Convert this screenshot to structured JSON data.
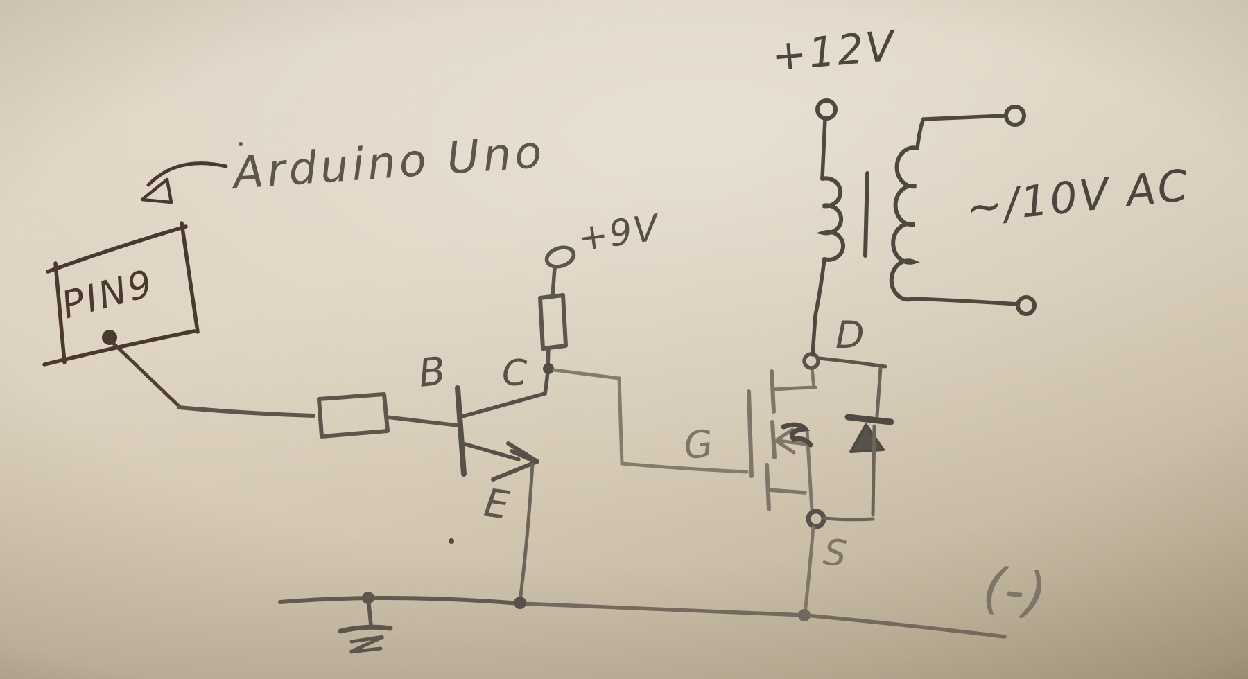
{
  "page": {
    "kind": "hand-drawn circuit sketch on paper",
    "medium": "pencil and brown ink"
  },
  "labels": {
    "arduino": "Arduino Uno",
    "pin9": "PIN9",
    "supply_9v": "+9V",
    "supply_12v": "+12V",
    "ac_output": "~/10V AC",
    "transistor_base": "B",
    "transistor_collector": "C",
    "transistor_emitter": "E",
    "mosfet_gate": "G",
    "mosfet_drain": "D",
    "mosfet_source": "S",
    "negative_rail": "(-)"
  },
  "components": [
    {
      "name": "arduino-pin9-source",
      "type": "signal source box",
      "label": "PIN9",
      "annotation": "Arduino Uno"
    },
    {
      "name": "base-resistor",
      "type": "resistor",
      "orientation": "horizontal"
    },
    {
      "name": "npn-transistor",
      "type": "BJT transistor",
      "pins": [
        "B",
        "C",
        "E"
      ]
    },
    {
      "name": "collector-pullup-resistor",
      "type": "resistor",
      "orientation": "vertical",
      "supply": "+9V"
    },
    {
      "name": "power-mosfet",
      "type": "N-channel MOSFET",
      "pins": [
        "G",
        "D",
        "S"
      ]
    },
    {
      "name": "flyback-diode",
      "type": "diode",
      "orientation": "vertical, cathode up"
    },
    {
      "name": "transformer",
      "type": "transformer",
      "primary_supply": "+12V",
      "secondary_output": "~/10V AC"
    },
    {
      "name": "ground-symbol",
      "type": "earth ground"
    },
    {
      "name": "negative-rail",
      "type": "common negative rail",
      "label": "(-)"
    }
  ],
  "colors": {
    "paper_light": "#ddd3c2",
    "paper_dark": "#b3a58c",
    "ink_brown": "#4b382f",
    "pencil_dark": "#4c463e",
    "pencil_mid": "#57514a",
    "pencil_soft": "#5d564c",
    "pencil_light": "#7d7668"
  }
}
